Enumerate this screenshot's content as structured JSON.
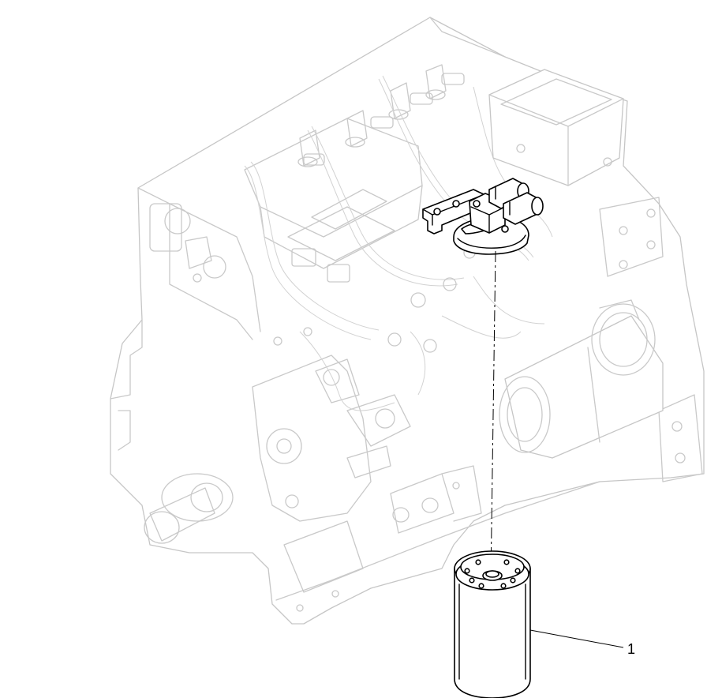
{
  "diagram": {
    "callouts": [
      {
        "id": "1",
        "label": "1"
      }
    ],
    "colors": {
      "background_engine": "#c9c9c9",
      "highlighted_parts": "#000000"
    },
    "icons": [
      "engine-assembly",
      "fuel-filter-head",
      "fuel-filter-cartridge"
    ]
  }
}
